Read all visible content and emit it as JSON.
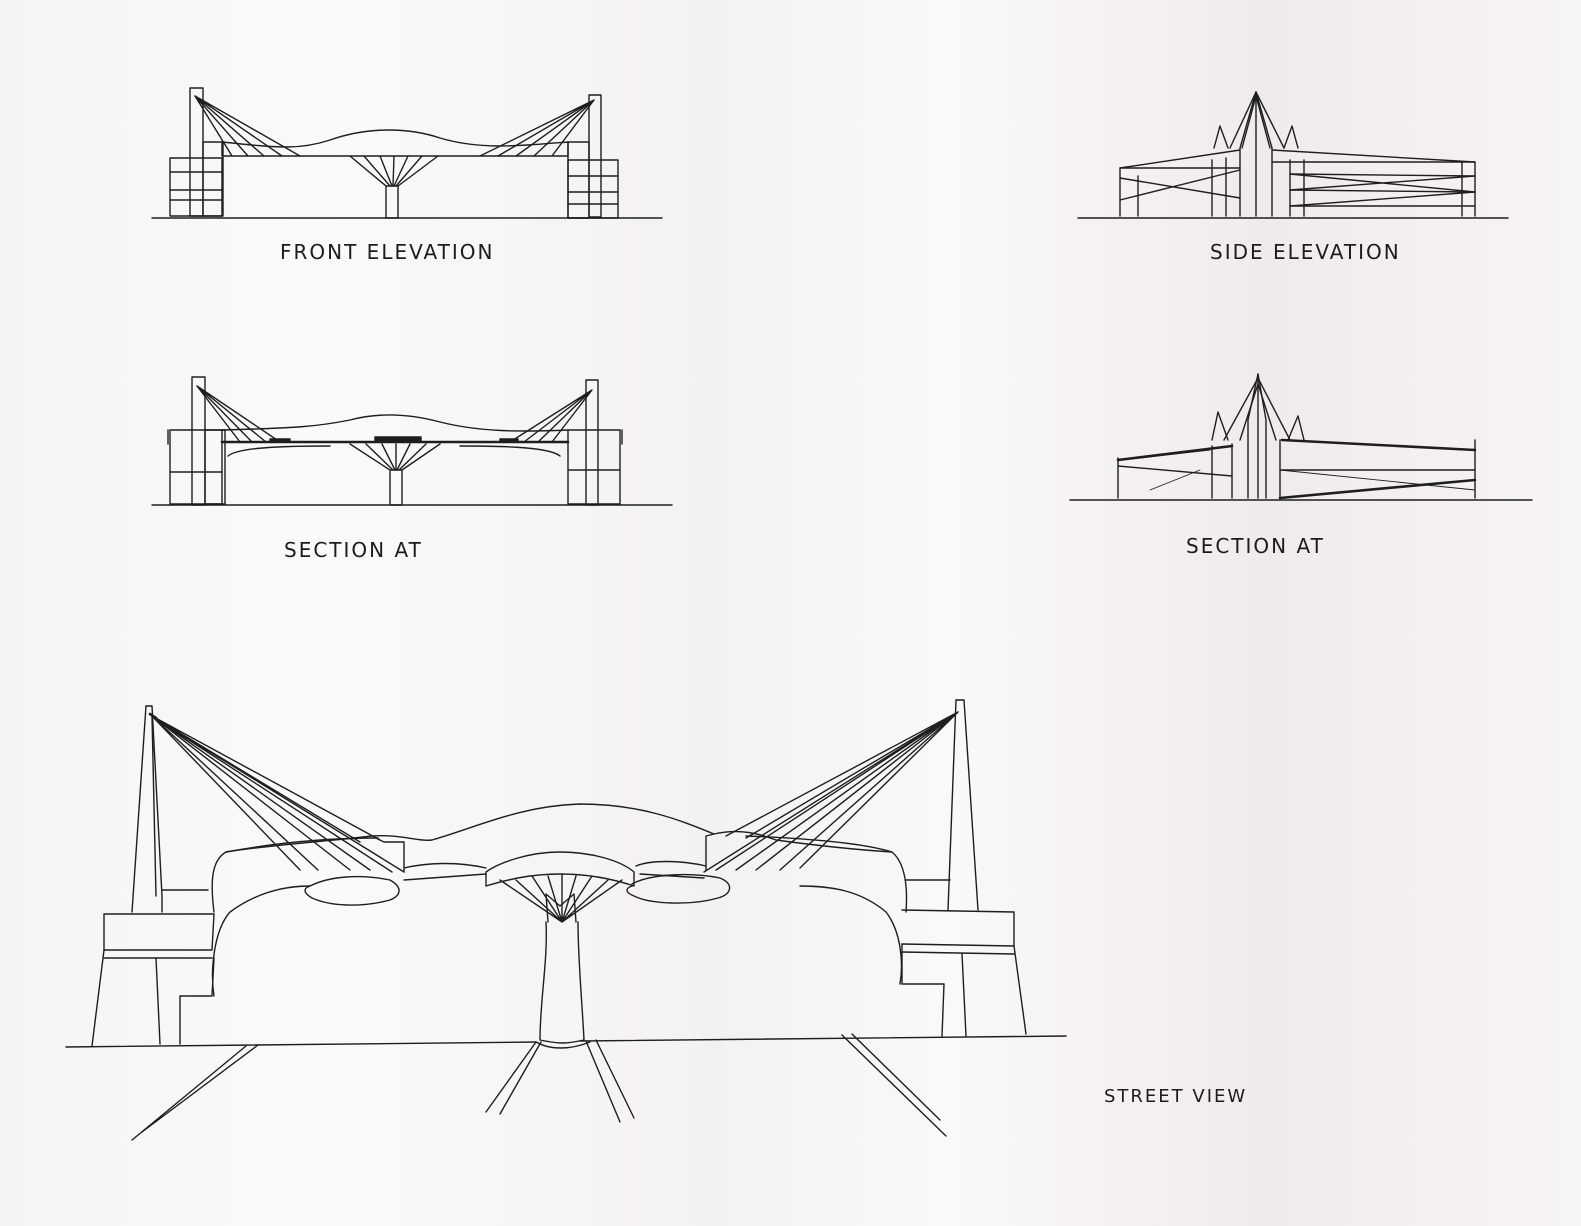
{
  "labels": {
    "front_elevation": "FRONT ELEVATION",
    "side_elevation": "SIDE ELEVATION",
    "section_left": "SECTION AT",
    "section_right": "SECTION AT",
    "street_view": "STREET VIEW"
  }
}
